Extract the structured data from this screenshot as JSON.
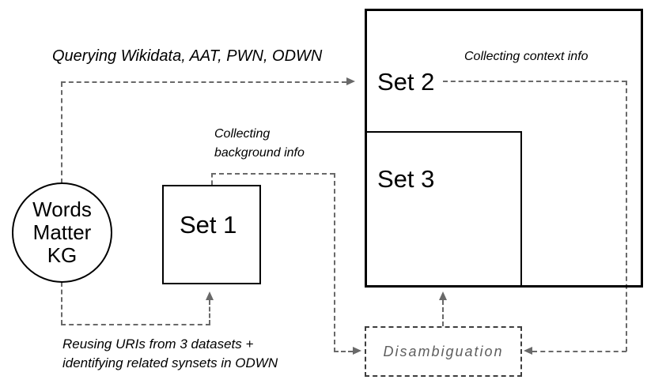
{
  "diagram": {
    "nodes": {
      "words_matter_kg": {
        "label": "Words\nMatter\nKG",
        "shape": "circle"
      },
      "set1": {
        "label": "Set 1"
      },
      "set2": {
        "label": "Set 2"
      },
      "set3": {
        "label": "Set 3"
      },
      "disambiguation": {
        "label": "Disambiguation"
      }
    },
    "edge_labels": {
      "querying": "Querying Wikidata, AAT, PWN, ODWN",
      "collecting_context": "Collecting context info",
      "collecting_background": "Collecting\nbackground info",
      "reusing": "Reusing URIs from 3 datasets +\nidentifying related synsets in ODWN"
    },
    "colors": {
      "background": "#ffffff",
      "node_border": "#000000",
      "node_text": "#000000",
      "connector": "#696969",
      "disambiguation_border": "#3d3d3d",
      "disambiguation_text": "#5e5e5e"
    }
  }
}
